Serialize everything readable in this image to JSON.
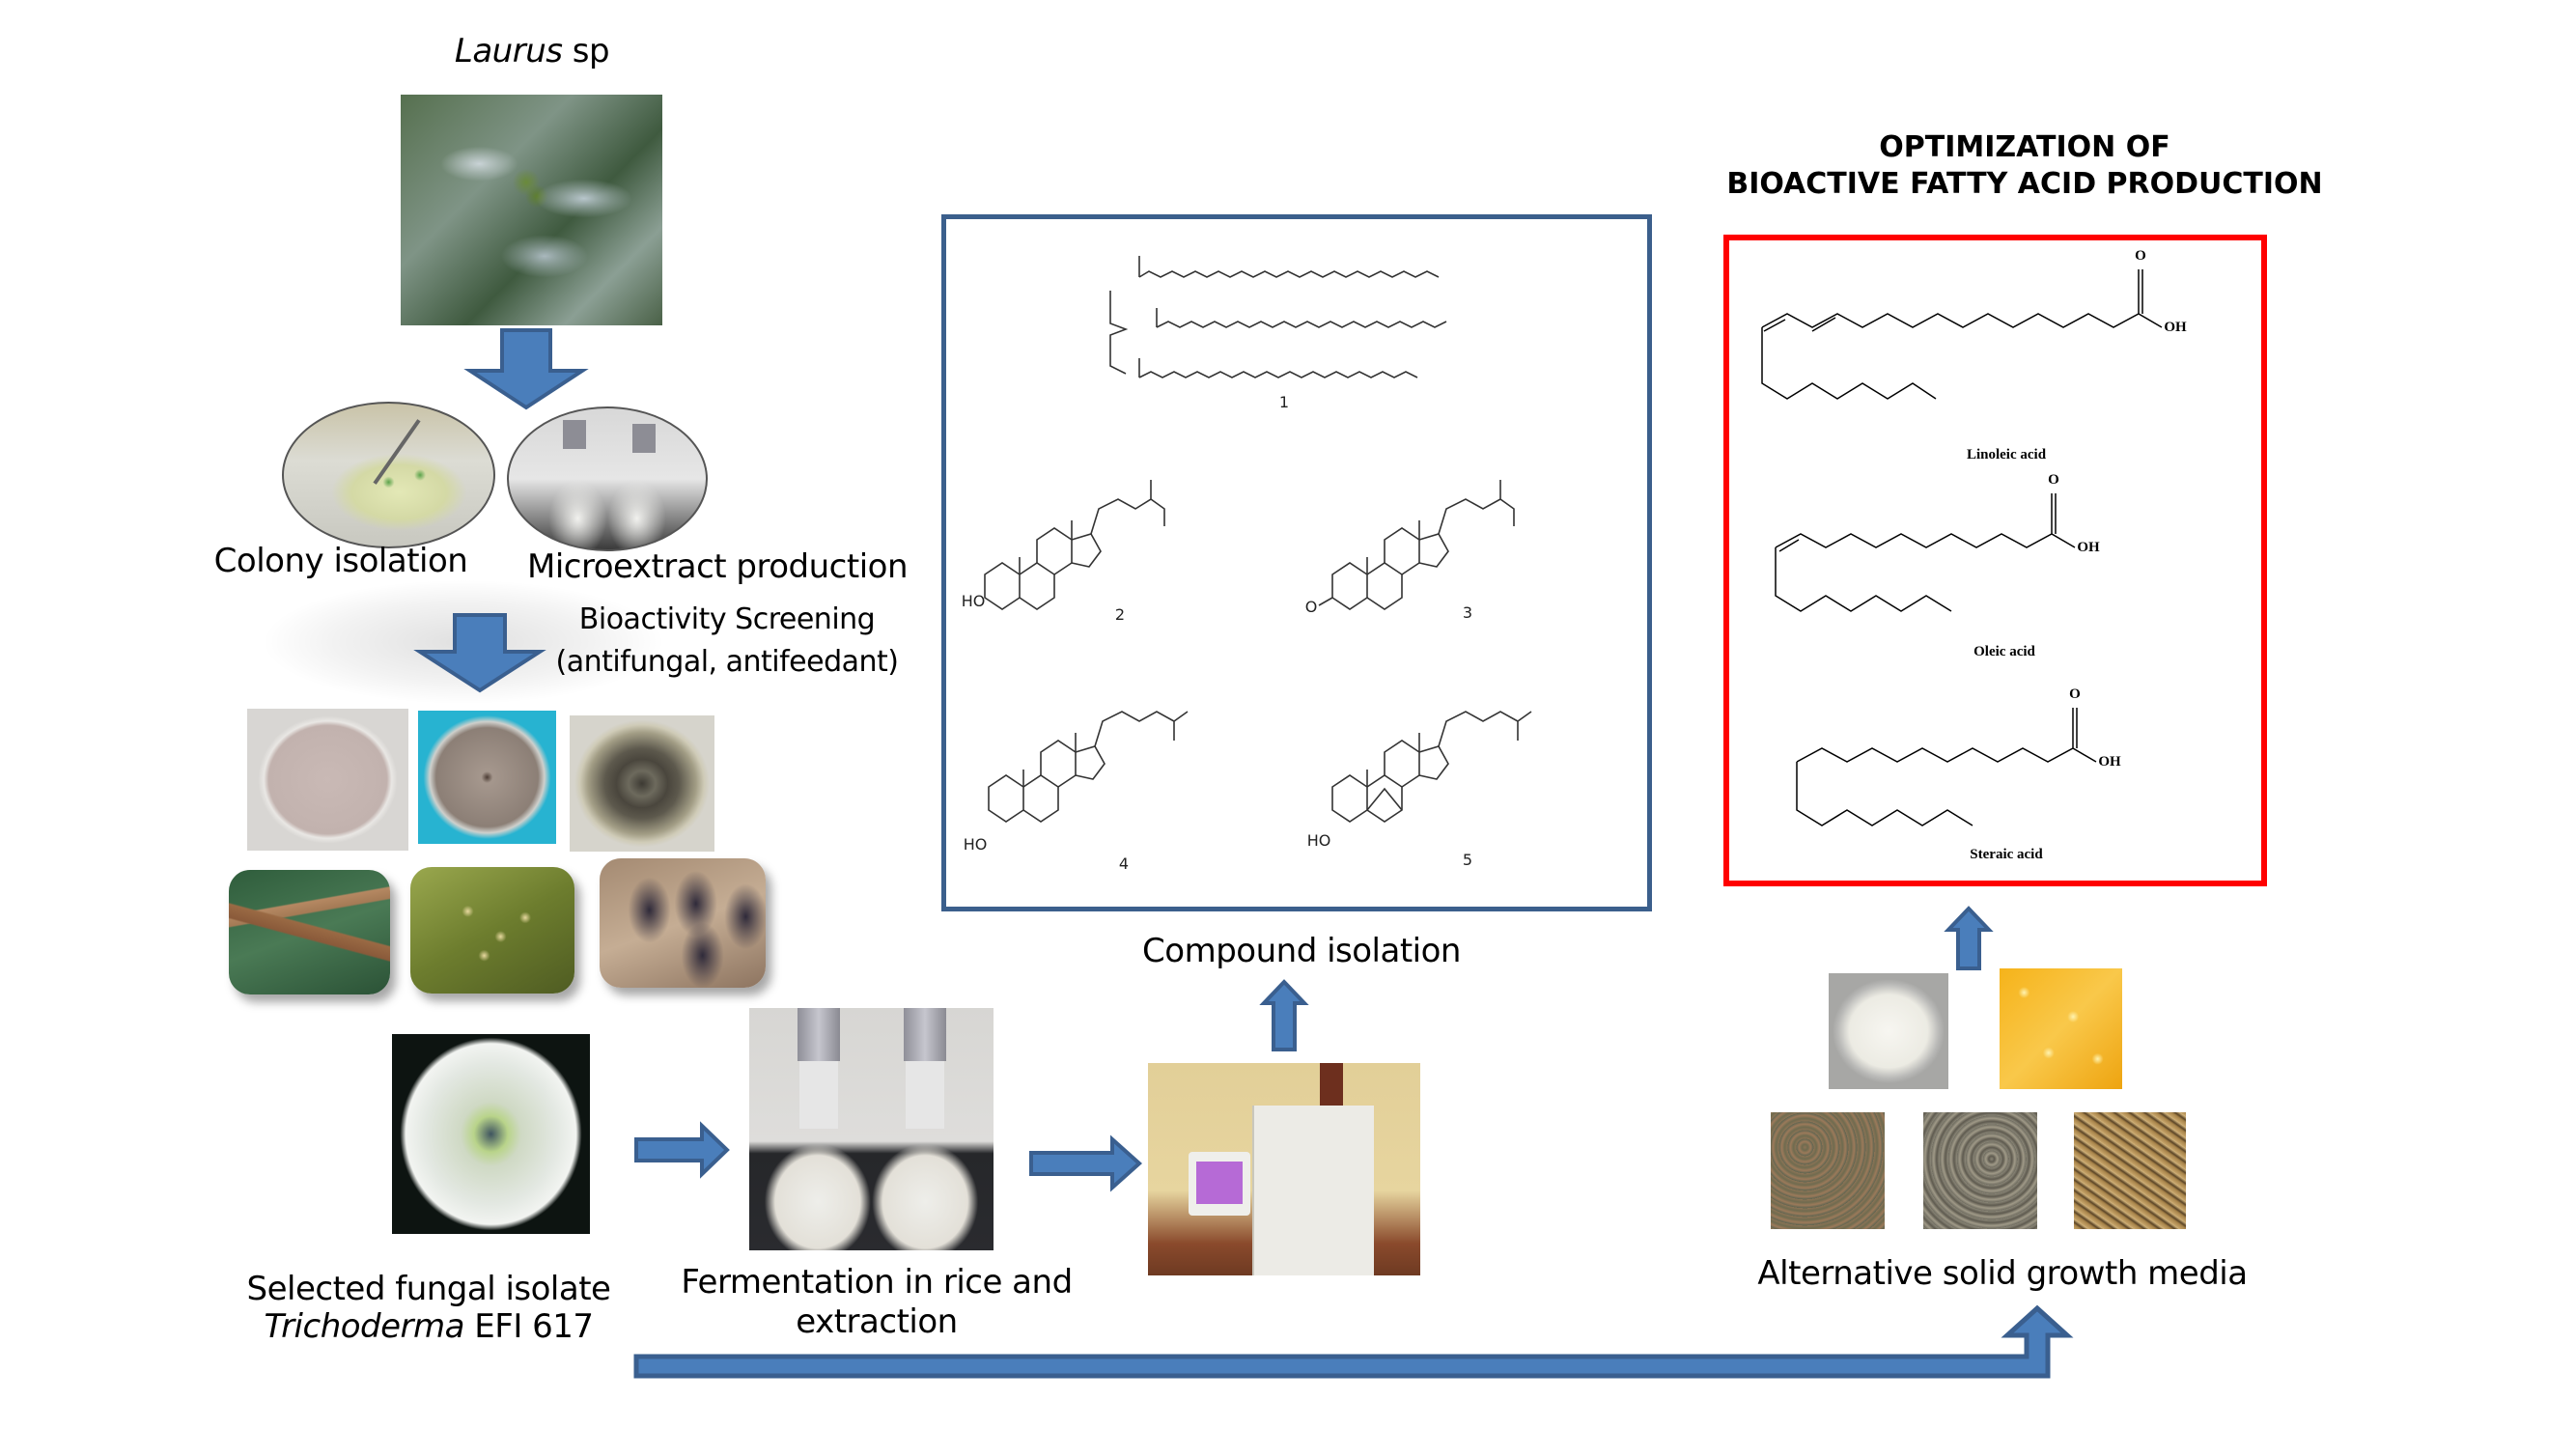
{
  "source": {
    "plant_name_italic": "Laurus",
    "plant_name_suffix": " sp",
    "plant_photo": "laurus-plant-photo"
  },
  "isolation_step": {
    "colony_label": "Colony isolation",
    "microextract_label": "Microextract production"
  },
  "screening_step": {
    "title": "Bioactivity Screening",
    "subtitle": "(antifungal, antifeedant)",
    "plates": [
      "fungal-plate-1",
      "fungal-plate-2",
      "fungal-plate-3"
    ],
    "insects": [
      "caterpillars",
      "aphids",
      "insect-nymphs"
    ]
  },
  "selected_isolate": {
    "line1": "Selected fungal isolate",
    "genus_italic": "Trichoderma",
    "strain": " EFI 617"
  },
  "fermentation": {
    "line1": "Fermentation in rice and",
    "line2": "extraction"
  },
  "compound_isolation": {
    "label": "Compound isolation",
    "compounds": [
      "1",
      "2",
      "3",
      "4",
      "5"
    ],
    "hetero_labels": {
      "ho": "HO",
      "o": "O"
    }
  },
  "optimization": {
    "title_line1": "OPTIMIZATION OF",
    "title_line2": "BIOACTIVE FATTY ACID PRODUCTION",
    "acids": [
      {
        "name": "Linoleic acid",
        "o": "O",
        "oh": "OH"
      },
      {
        "name": "Oleic acid",
        "o": "O",
        "oh": "OH"
      },
      {
        "name": "Steraic acid",
        "o": "O",
        "oh": "OH"
      }
    ]
  },
  "growth_media": {
    "label": "Alternative solid growth media",
    "items": [
      "rice",
      "corn",
      "lentils",
      "millet",
      "barley"
    ]
  },
  "colors": {
    "arrow_fill": "#4a7ebb",
    "arrow_stroke": "#3a5f8f",
    "compound_box_border": "#3b5f8c",
    "optimization_box_border": "#ff0000"
  }
}
